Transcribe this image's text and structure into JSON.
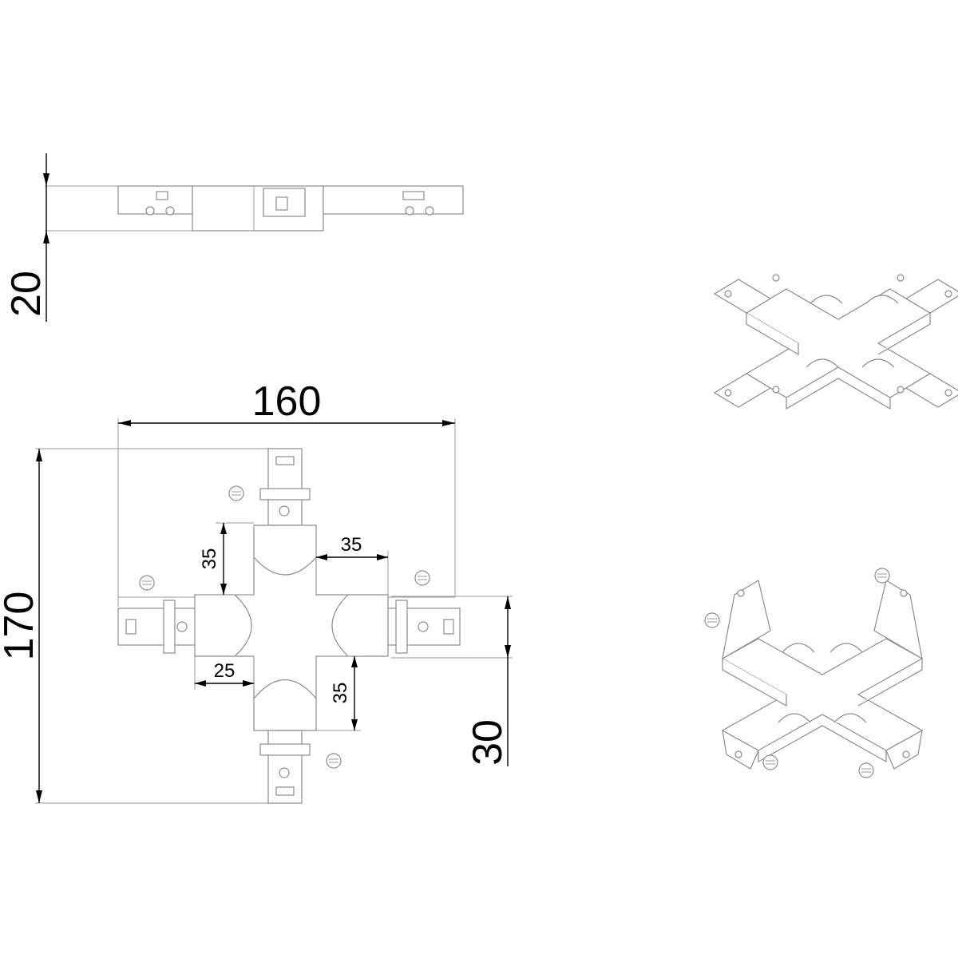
{
  "dimensions": {
    "height_side": "20",
    "overall_width": "160",
    "overall_height": "170",
    "arm_width": "30",
    "arm_length_top": "35",
    "arm_length_right": "35",
    "arm_length_bottom": "35",
    "arm_offset_left": "25"
  },
  "colors": {
    "outline": "#8c8c8c",
    "dimension": "#000000",
    "background": "#ffffff"
  }
}
